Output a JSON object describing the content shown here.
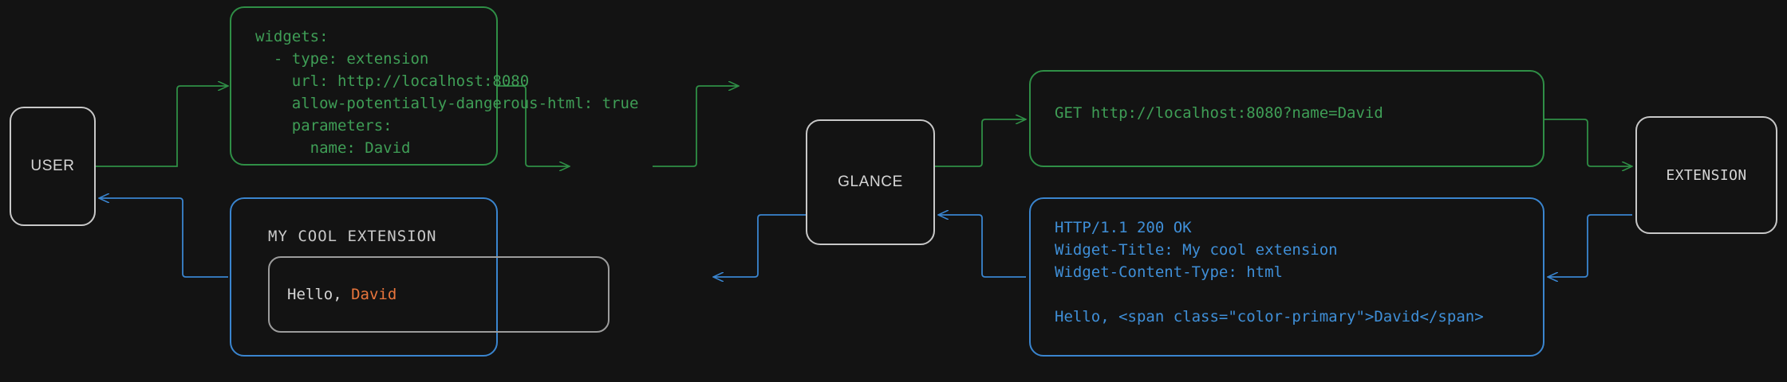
{
  "diagram": {
    "type": "flow-sequence",
    "background": "#131313",
    "colors": {
      "request": "#2f8f46",
      "response": "#3a85cf",
      "node_border": "#c8c8c8",
      "accent_primary": "#e8753c",
      "neutral_text": "#d5d5d5"
    }
  },
  "nodes": {
    "user": {
      "label": "USER"
    },
    "glance": {
      "label": "GLANCE"
    },
    "extension": {
      "label": "EXTENSION"
    }
  },
  "config_box": {
    "color": "#2f8f46",
    "lines": [
      "widgets:",
      "  - type: extension",
      "    url: http://localhost:8080",
      "    allow-potentially-dangerous-html: true",
      "    parameters:",
      "      name: David"
    ],
    "text": "widgets:\n  - type: extension\n    url: http://localhost:8080\n    allow-potentially-dangerous-html: true\n    parameters:\n      name: David"
  },
  "request_box": {
    "color": "#2f8f46",
    "lines": [
      "GET http://localhost:8080?name=David"
    ],
    "text": "GET http://localhost:8080?name=David"
  },
  "response_box": {
    "color": "#3a85cf",
    "lines": [
      "HTTP/1.1 200 OK",
      "Widget-Title: My cool extension",
      "Widget-Content-Type: html",
      "",
      "Hello, <span class=\"color-primary\">David</span>"
    ],
    "head_text": "HTTP/1.1 200 OK\nWidget-Title: My cool extension\nWidget-Content-Type: html",
    "body_text": "Hello, <span class=\"color-primary\">David</span>"
  },
  "widget_preview": {
    "border_color": "#3a85cf",
    "title": "MY COOL EXTENSION",
    "greeting_prefix": "Hello, ",
    "greeting_name": "David",
    "greeting_full": "Hello, David"
  },
  "connectors": [
    {
      "name": "user-to-config",
      "color": "#2f8f46",
      "direction": "right"
    },
    {
      "name": "config-to-glance",
      "color": "#2f8f46",
      "direction": "right"
    },
    {
      "name": "glance-to-request",
      "color": "#2f8f46",
      "direction": "right"
    },
    {
      "name": "request-to-extension",
      "color": "#2f8f46",
      "direction": "right"
    },
    {
      "name": "extension-to-response",
      "color": "#3a85cf",
      "direction": "left"
    },
    {
      "name": "response-to-glance",
      "color": "#3a85cf",
      "direction": "left"
    },
    {
      "name": "glance-to-widget",
      "color": "#3a85cf",
      "direction": "left"
    },
    {
      "name": "widget-to-user",
      "color": "#3a85cf",
      "direction": "left"
    }
  ]
}
